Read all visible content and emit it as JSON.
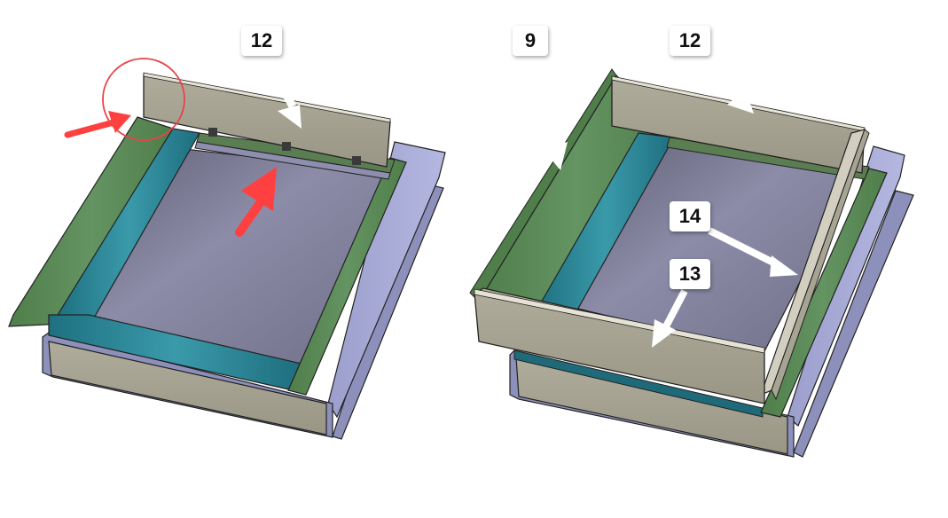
{
  "figure": {
    "panels": [
      {
        "id": "left",
        "description": "Assembly step: back panel placed, before side panels",
        "callouts": [
          {
            "label": "12",
            "part": "back-panel"
          }
        ],
        "annotations": [
          {
            "type": "circle",
            "color": "#e8434a",
            "note": "corner highlight"
          },
          {
            "type": "arrow",
            "color": "#ff4444",
            "note": "points to corner"
          },
          {
            "type": "arrow",
            "color": "#ff4444",
            "note": "points to back edge clips"
          }
        ]
      },
      {
        "id": "right",
        "description": "Assembly step: side and front panels installed",
        "callouts": [
          {
            "label": "9",
            "part": "green-side-panel"
          },
          {
            "label": "12",
            "part": "back-panel"
          },
          {
            "label": "14",
            "part": "right-side-panel"
          },
          {
            "label": "13",
            "part": "front-panel"
          }
        ]
      }
    ]
  },
  "labels": {
    "left_12": "12",
    "right_9": "9",
    "right_12": "12",
    "right_14": "14",
    "right_13": "13"
  },
  "colors": {
    "green_panel": "#5a8a55",
    "teal_channel": "#2a8a9a",
    "beige_panel": "#a8a494",
    "lavender_base": "#a9acd6",
    "floor": "#8a8aa8",
    "red_annotation": "#ff4040"
  }
}
